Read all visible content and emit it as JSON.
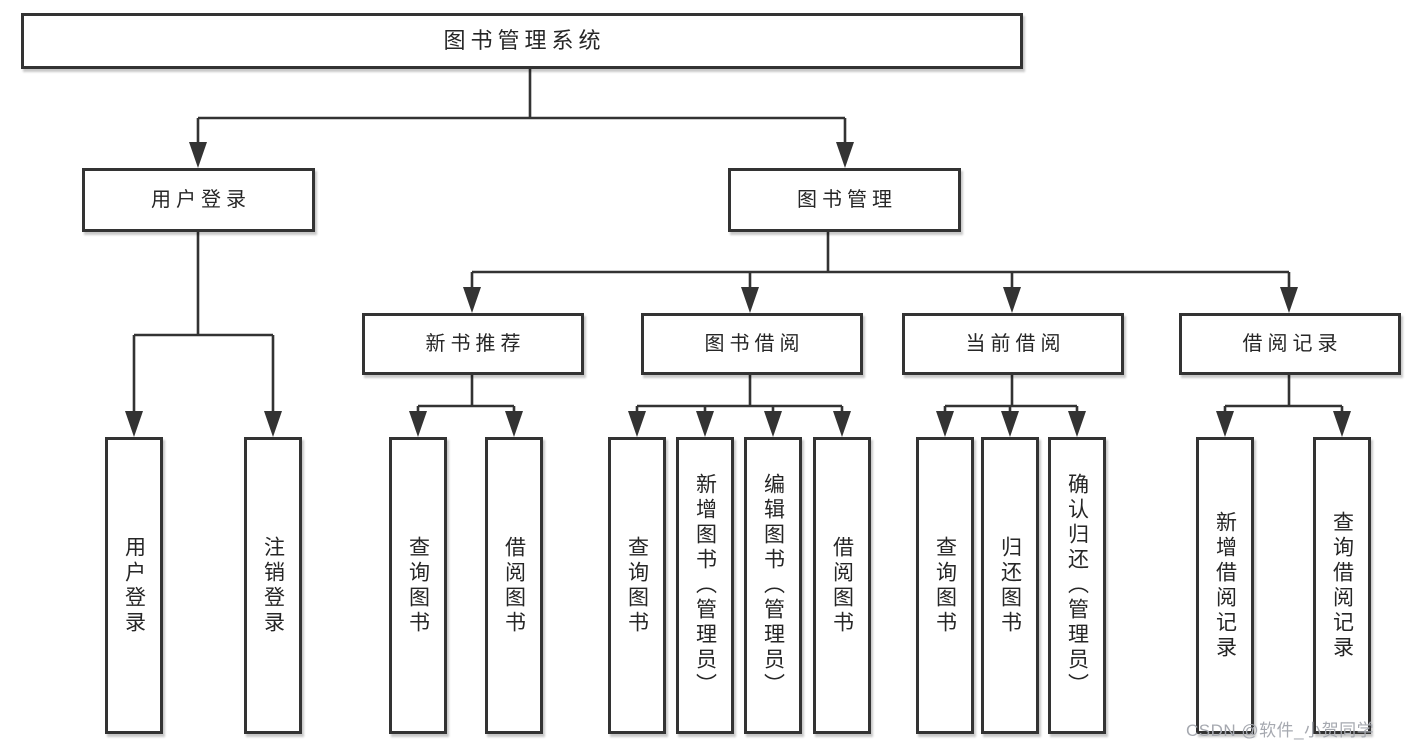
{
  "diagram": {
    "root": {
      "label": "图书管理系统"
    },
    "level2": [
      {
        "label": "用户登录",
        "children": [
          {
            "label": "用户登录"
          },
          {
            "label": "注销登录"
          }
        ]
      },
      {
        "label": "图书管理",
        "children": [
          {
            "label": "新书推荐",
            "children": [
              {
                "label": "查询图书"
              },
              {
                "label": "借阅图书"
              }
            ]
          },
          {
            "label": "图书借阅",
            "children": [
              {
                "label": "查询图书"
              },
              {
                "label": "新增图书（管理员）"
              },
              {
                "label": "编辑图书（管理员）"
              },
              {
                "label": "借阅图书"
              }
            ]
          },
          {
            "label": "当前借阅",
            "children": [
              {
                "label": "查询图书"
              },
              {
                "label": "归还图书"
              },
              {
                "label": "确认归还（管理员）"
              }
            ]
          },
          {
            "label": "借阅记录",
            "children": [
              {
                "label": "新增借阅记录"
              },
              {
                "label": "查询借阅记录"
              }
            ]
          }
        ]
      }
    ]
  },
  "watermark": {
    "text": "CSDN @软件_小贺同学"
  },
  "colors": {
    "background": "#ffffff",
    "box_fill": "#ffffff",
    "box_border": "#333333",
    "line": "#333333",
    "text": "#262626",
    "watermark": "#a6a9b0"
  }
}
